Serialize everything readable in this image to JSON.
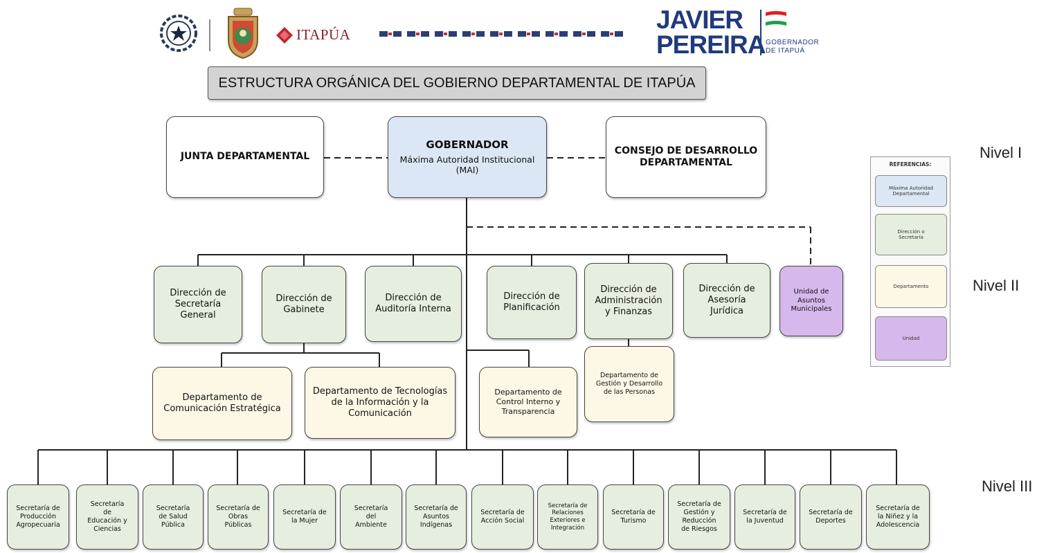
{
  "header": {
    "logos": [
      "paraguay-seal-icon",
      "itapua-coat-of-arms-icon"
    ],
    "itapua_label": "ITAPÚA",
    "javier": "JAVIER",
    "pereira": "PEREIRA",
    "gobernador": "GOBERNADOR",
    "de_itapua": "DE ITAPUÁ",
    "flag_colors": [
      "#e21c2a",
      "#ffffff",
      "#1f9e4a"
    ]
  },
  "title": "ESTRUCTURA ORGÁNICA DEL GOBIERNO DEPARTAMENTAL DE ITAPÚA",
  "level1": {
    "junta": "JUNTA DEPARTAMENTAL",
    "gobernador_title": "GOBERNADOR",
    "gobernador_sub": "Máxima Autoridad Institucional\n(MAI)",
    "consejo": "CONSEJO DE DESARROLLO\nDEPARTAMENTAL"
  },
  "level2": {
    "direcciones": [
      "Dirección de\nSecretaría\nGeneral",
      "Dirección de\nGabinete",
      "Dirección de\nAuditoría Interna",
      "Dirección de\nPlanificación",
      "Dirección de\nAdministración\ny Finanzas",
      "Dirección  de\nAsesoría\nJurídica"
    ],
    "unidad": "Unidad de\nAsuntos\nMunicipales",
    "departamentos": [
      "Departamento de\nComunicación Estratégica",
      "Departamento de Tecnologías\nde la Información y la\nComunicación",
      "Departamento de\nControl Interno y\nTransparencia",
      "Departamento de\nGestión y Desarrollo\nde las Personas"
    ]
  },
  "level3": {
    "secretarias": [
      "Secretaría de\nProducción\nAgropecuaria",
      "Secretaría\nde\nEducación y\nCiencias",
      "Secretaría\nde Salud\nPública",
      "Secretaría de\nObras\nPúblicas",
      "Secretaría de\nla Mujer",
      "Secretaría\ndel\nAmbiente",
      "Secretaría de\nAsuntos\nIndígenas",
      "Secretaría de\nAcción Social",
      "Secretaría de\nRelaciones\nExteriores e\nIntegración",
      "Secretaría de\nTurismo",
      "Secretaría de\nGestión y\nReducción\nde Riesgos",
      "Secretaría de\nla Juventud",
      "Secretaría de\nDeportes",
      "Secretaría de\nla Niñez y la\nAdolescencia"
    ]
  },
  "niveles": [
    "Nivel I",
    "Nivel II",
    "Nivel III"
  ],
  "referencias": {
    "title": "REFERENCIAS:",
    "items": [
      {
        "label": "Máxima Autoridad\nDepartamental",
        "color": "#dbe7f4"
      },
      {
        "label": "Dirección o\nSecretaría",
        "color": "#e6efdf"
      },
      {
        "label": "Departamento",
        "color": "#fdf8e6"
      },
      {
        "label": "Unidad",
        "color": "#d7b8ec"
      }
    ]
  }
}
